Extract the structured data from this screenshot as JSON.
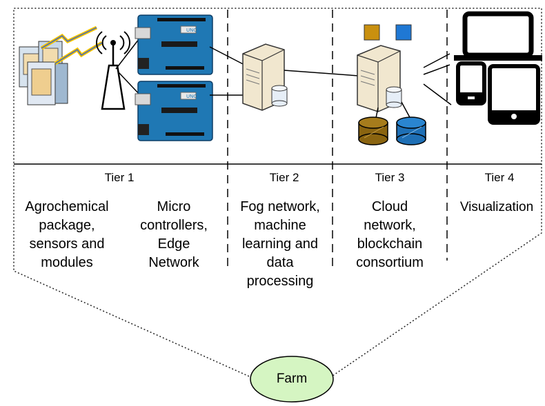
{
  "tiers": [
    {
      "label": "Tier 1",
      "descriptions": [
        [
          "Agrochemical",
          "package,",
          "sensors and",
          "modules"
        ],
        [
          "Micro",
          "controllers,",
          "Edge",
          "Network"
        ]
      ]
    },
    {
      "label": "Tier 2",
      "descriptions": [
        [
          "Fog network,",
          "machine",
          "learning and",
          "data",
          "processing"
        ]
      ]
    },
    {
      "label": "Tier 3",
      "descriptions": [
        [
          "Cloud",
          "network,",
          "blockchain",
          "consortium"
        ]
      ]
    },
    {
      "label": "Tier 4",
      "descriptions": [
        [
          "Visualization"
        ]
      ]
    }
  ],
  "farm": {
    "label": "Farm"
  },
  "colors": {
    "farm_fill": "#d5f5c2",
    "server_body": "#f1e7cf",
    "board_blue": "#1f78b4",
    "db_brown": "#8a6410",
    "db_blue": "#1e6fb5",
    "square_gold": "#c9900f",
    "square_blue": "#1f78d4"
  },
  "icons": [
    "sensor-package-icon",
    "antenna-tower-icon",
    "microcontroller-board-icon",
    "fog-server-icon",
    "cloud-server-icon",
    "database-icon",
    "laptop-icon",
    "smartphone-icon",
    "tablet-icon"
  ]
}
